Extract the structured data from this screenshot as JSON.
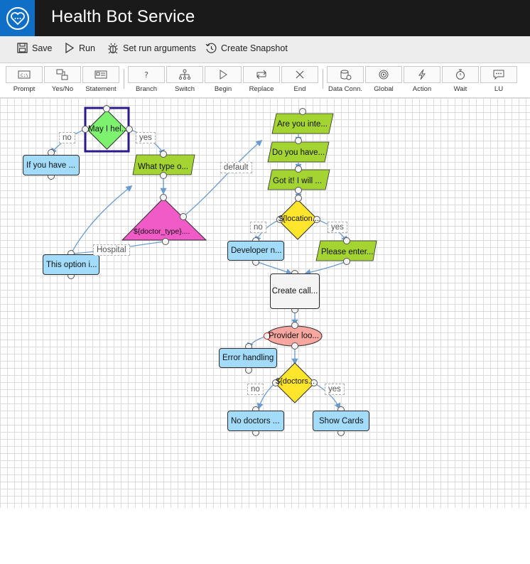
{
  "header": {
    "title": "Health Bot Service",
    "logo_icon": "heart-chat-icon",
    "bg": "#1a1a1a",
    "logo_bg": "#0f6fc6"
  },
  "commands": [
    {
      "label": "Save",
      "icon": "save-icon"
    },
    {
      "label": "Run",
      "icon": "play-icon"
    },
    {
      "label": "Set run arguments",
      "icon": "bug-icon"
    },
    {
      "label": "Create Snapshot",
      "icon": "history-icon"
    }
  ],
  "palette": [
    {
      "label": "Prompt",
      "icon": "prompt-icon"
    },
    {
      "label": "Yes/No",
      "icon": "yesno-icon"
    },
    {
      "label": "Statement",
      "icon": "statement-icon"
    },
    {
      "label": "Branch",
      "icon": "branch-icon",
      "glyph": "?"
    },
    {
      "label": "Switch",
      "icon": "switch-icon"
    },
    {
      "label": "Begin",
      "icon": "begin-icon"
    },
    {
      "label": "Replace",
      "icon": "replace-icon"
    },
    {
      "label": "End",
      "icon": "end-icon"
    },
    {
      "label": "Data Conn.",
      "icon": "data-connection-icon"
    },
    {
      "label": "Global",
      "icon": "global-icon"
    },
    {
      "label": "Action",
      "icon": "action-icon"
    },
    {
      "label": "Wait",
      "icon": "wait-icon"
    },
    {
      "label": "LU",
      "icon": "lu-icon"
    }
  ],
  "flow": {
    "nodes": {
      "may_i_help": "May I hel...",
      "if_you_have": "If you have ...",
      "what_type": "What type o...",
      "doctor_type": "${doctor_type}....",
      "this_option": "This option i...",
      "are_you_inte": "Are you inte...",
      "do_you_have": "Do you have...",
      "got_it": "Got it! I will ...",
      "location": "${location...",
      "developer": "Developer n...",
      "please_enter": "Please enter...",
      "create_call": "Create call...",
      "provider_loo": "Provider loo...",
      "error_handling": "Error handling",
      "doctors": "${doctors...",
      "no_doctors": "No doctors ...",
      "show_cards": "Show Cards"
    },
    "edge_labels": {
      "no1": "no",
      "yes1": "yes",
      "default": "default",
      "hospital": "Hospital",
      "no2": "no",
      "yes2": "yes",
      "no3": "no",
      "yes3": "yes"
    },
    "colors": {
      "statement": "#a3dcfb",
      "prompt": "#a4d432",
      "yesno": "#7cf26f",
      "branch": "#ffe52b",
      "switch": "#f05bc8",
      "action": "#f7a6a0",
      "selection": "#2b1a8c",
      "connector": "#6a9ccf"
    }
  }
}
